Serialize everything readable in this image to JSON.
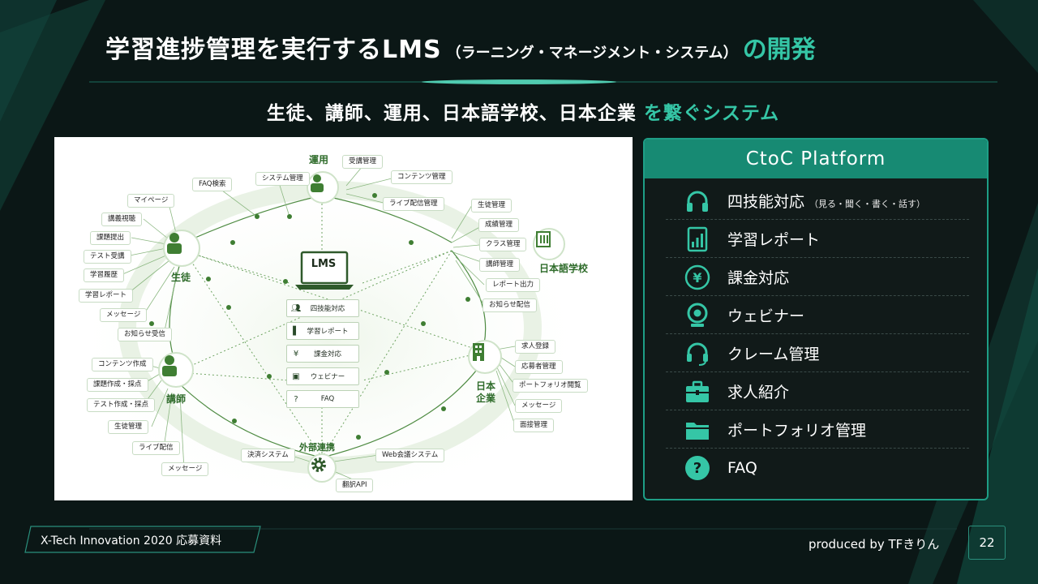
{
  "title": {
    "main": "学習進捗管理を実行するLMS",
    "paren": "（ラーニング・マネージメント・システム）",
    "accent": "の開発"
  },
  "subtitle": {
    "main": "生徒、講師、運用、日本語学校、日本企業",
    "accent": "を繋ぐシステム"
  },
  "diagram": {
    "nodes": {
      "unyou": "運用",
      "seito": "生徒",
      "koushi": "講師",
      "gakkou": "日本語学校",
      "kigyou_1": "日本",
      "kigyou_2": "企業",
      "gaibu": "外部連携"
    },
    "unyou_tags": [
      "FAQ検索",
      "システム管理",
      "受講管理",
      "コンテンツ管理",
      "ライブ配信管理"
    ],
    "seito_tags": [
      "マイページ",
      "講義視聴",
      "課題提出",
      "テスト受講",
      "学習履歴",
      "学習レポート",
      "メッセージ",
      "お知らせ受信"
    ],
    "koushi_tags": [
      "コンテンツ作成",
      "課題作成・採点",
      "テスト作成・採点",
      "生徒管理",
      "ライブ配信",
      "メッセージ"
    ],
    "gakkou_tags": [
      "生徒管理",
      "成績管理",
      "クラス管理",
      "講師管理",
      "レポート出力",
      "お知らせ配信"
    ],
    "kigyou_tags": [
      "求人登録",
      "応募者管理",
      "ポートフォリオ閲覧",
      "メッセージ",
      "面接管理"
    ],
    "gaibu_tags": [
      "決済システム",
      "Web会議システム",
      "翻訳API"
    ],
    "lms": {
      "label": "LMS",
      "items": [
        "四技能対応",
        "学習レポート",
        "課金対応",
        "ウェビナー",
        "FAQ"
      ]
    }
  },
  "platform": {
    "title": "CtoC Platform",
    "features": [
      {
        "label": "四技能対応",
        "sub": "（見る・聞く・書く・話す）",
        "icon": "headphones-icon"
      },
      {
        "label": "学習レポート",
        "sub": "",
        "icon": "report-icon"
      },
      {
        "label": "課金対応",
        "sub": "",
        "icon": "yen-icon"
      },
      {
        "label": "ウェビナー",
        "sub": "",
        "icon": "webcam-icon"
      },
      {
        "label": "クレーム管理",
        "sub": "",
        "icon": "headset-icon"
      },
      {
        "label": "求人紹介",
        "sub": "",
        "icon": "briefcase-icon"
      },
      {
        "label": "ポートフォリオ管理",
        "sub": "",
        "icon": "folder-icon"
      },
      {
        "label": "FAQ",
        "sub": "",
        "icon": "question-icon"
      }
    ]
  },
  "footer": {
    "left": "X-Tech Innovation 2020 応募資料",
    "right": "produced by TFきりん",
    "page": "22"
  },
  "colors": {
    "background": "#0b1716",
    "accent": "#35c6a6",
    "platform_head": "#178a73",
    "diagram_green": "#3f7e33"
  }
}
